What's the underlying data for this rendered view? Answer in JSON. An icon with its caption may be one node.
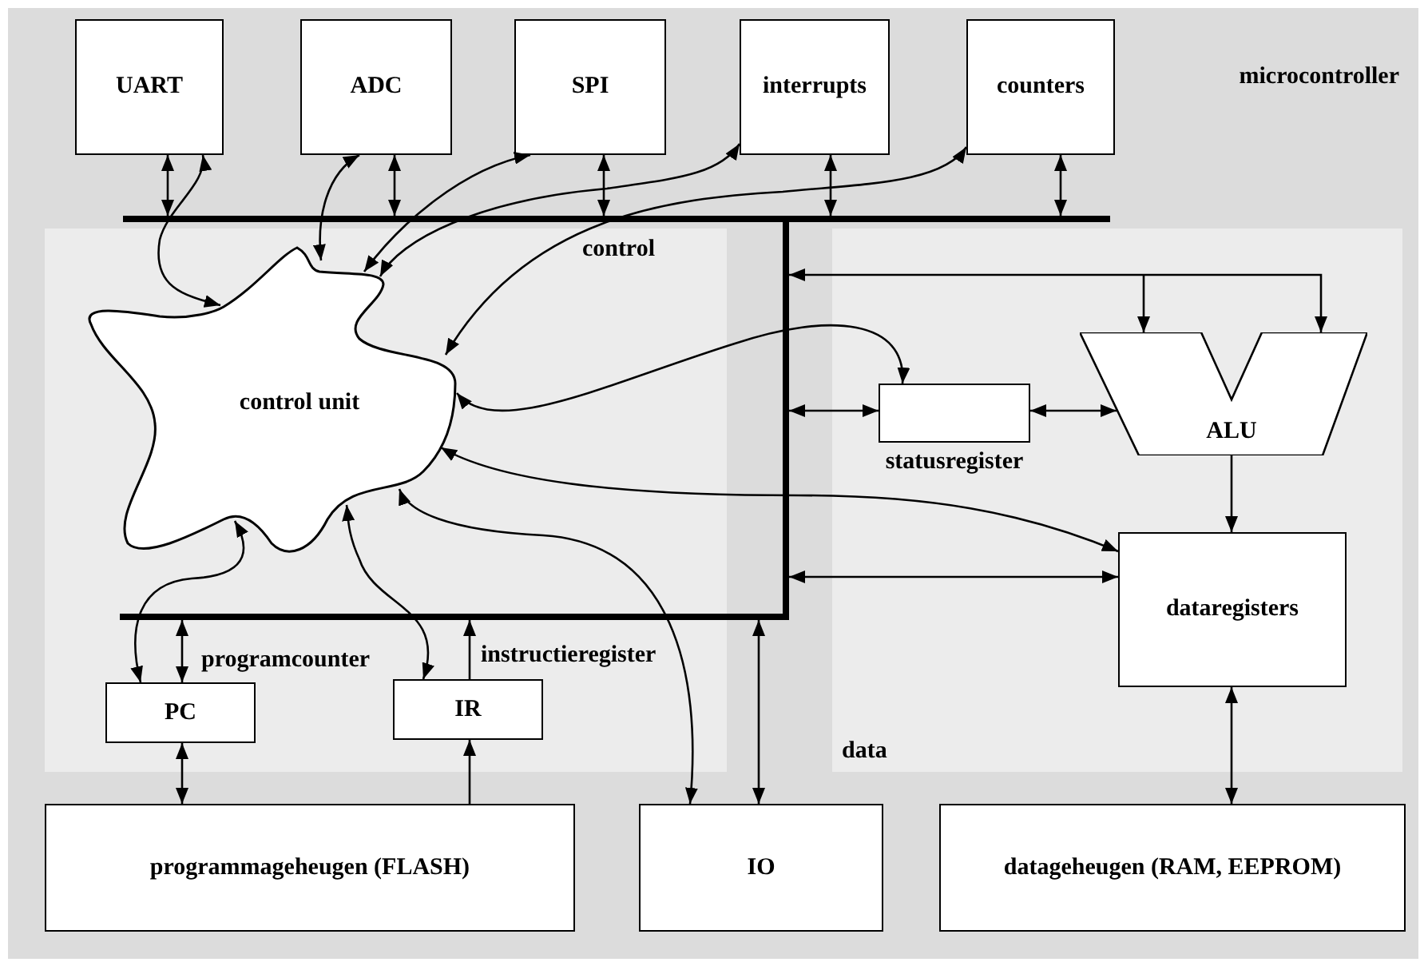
{
  "diagram": {
    "nodes": [
      {
        "text": [
          "microcontroller"
        ]
      },
      {
        "text": [
          "control"
        ],
        "in": 0
      },
      {
        "text": [
          "data"
        ],
        "in": 0
      },
      {
        "text": [
          "UART"
        ],
        "in": 0
      },
      {
        "text": [
          "ADC"
        ],
        "in": 0
      },
      {
        "text": [
          "SPI"
        ],
        "in": 0
      },
      {
        "text": [
          "interrupts"
        ],
        "in": 0
      },
      {
        "text": [
          "counters"
        ],
        "in": 0
      },
      {
        "text": [
          "control unit"
        ],
        "in": 1
      },
      {
        "text": [
          "PC"
        ],
        "in": 1,
        "beside": [
          "programcounter"
        ]
      },
      {
        "text": [
          "IR"
        ],
        "in": 1,
        "beside": [
          "instructieregister"
        ]
      },
      {
        "text": [
          "statusregister"
        ],
        "in": 2
      },
      {
        "text": [
          "ALU"
        ],
        "in": 2
      },
      {
        "text": [
          "dataregisters"
        ],
        "in": 2
      },
      {
        "text": [
          "programmageheugen (FLASH)"
        ],
        "in": 0
      },
      {
        "text": [
          "IO"
        ],
        "in": 0
      },
      {
        "text": [
          "datageheugen (RAM, EEPROM)"
        ],
        "in": 0
      },
      {
        "text": [],
        "shape": "bar",
        "in": 0
      },
      {
        "text": [],
        "shape": "bar",
        "in": 0
      },
      {
        "text": [],
        "shape": "bar",
        "in": 0
      }
    ],
    "edges": [
      {
        "from": 3,
        "to": 17,
        "arrow": "both"
      },
      {
        "from": 4,
        "to": 17,
        "arrow": "both"
      },
      {
        "from": 5,
        "to": 17,
        "arrow": "both"
      },
      {
        "from": 6,
        "to": 17,
        "arrow": "both"
      },
      {
        "from": 7,
        "to": 17,
        "arrow": "both"
      },
      {
        "from": 3,
        "to": 8,
        "arrow": "both"
      },
      {
        "from": 4,
        "to": 8,
        "arrow": "both"
      },
      {
        "from": 5,
        "to": 8,
        "arrow": "both"
      },
      {
        "from": 6,
        "to": 8,
        "arrow": "both"
      },
      {
        "from": 7,
        "to": 8,
        "arrow": "both"
      },
      {
        "from": 11,
        "to": 8,
        "arrow": "both"
      },
      {
        "from": 13,
        "to": 8,
        "arrow": "both"
      },
      {
        "from": 9,
        "to": 8,
        "arrow": "both"
      },
      {
        "from": 10,
        "to": 8,
        "arrow": "both"
      },
      {
        "from": 15,
        "to": 8,
        "arrow": "both"
      },
      {
        "from": 18,
        "to": 11,
        "arrow": "both"
      },
      {
        "from": 11,
        "to": 12,
        "arrow": "both"
      },
      {
        "from": 18,
        "to": 12,
        "arrow": "both"
      },
      {
        "from": 18,
        "to": 13,
        "arrow": "both"
      },
      {
        "from": 12,
        "to": 13,
        "arrow": "to"
      },
      {
        "from": 13,
        "to": 16,
        "arrow": "both"
      },
      {
        "from": 19,
        "to": 9,
        "arrow": "both"
      },
      {
        "from": 10,
        "to": 19,
        "arrow": "to"
      },
      {
        "from": 14,
        "to": 9,
        "arrow": "both"
      },
      {
        "from": 14,
        "to": 10,
        "arrow": "to"
      },
      {
        "from": 15,
        "to": 19,
        "arrow": "both"
      }
    ]
  }
}
